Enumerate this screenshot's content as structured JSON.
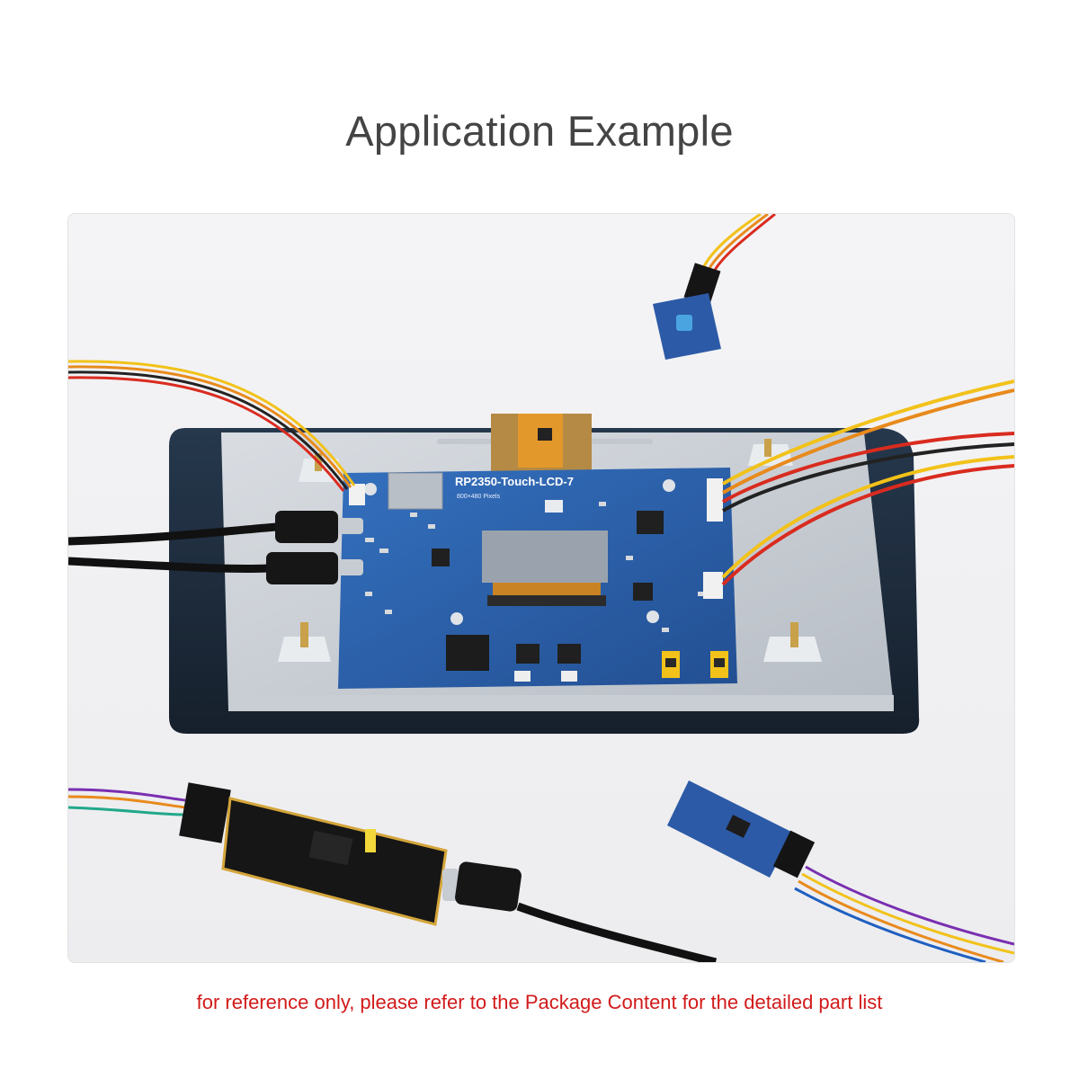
{
  "page": {
    "title": "Application Example",
    "disclaimer": "for reference only, please refer to the Package Content for the detailed part list"
  },
  "board": {
    "name": "RP2350-Touch-LCD-7",
    "resolution": "800×480 Pixels"
  },
  "colors": {
    "title": "#444444",
    "disclaimer": "#d21a1a",
    "pcb_blue": "#2a5ea8",
    "bezel": "#1f2d3e",
    "wire_red": "#d92b1f",
    "wire_yellow": "#f2c21a",
    "wire_orange": "#e88a1c"
  }
}
